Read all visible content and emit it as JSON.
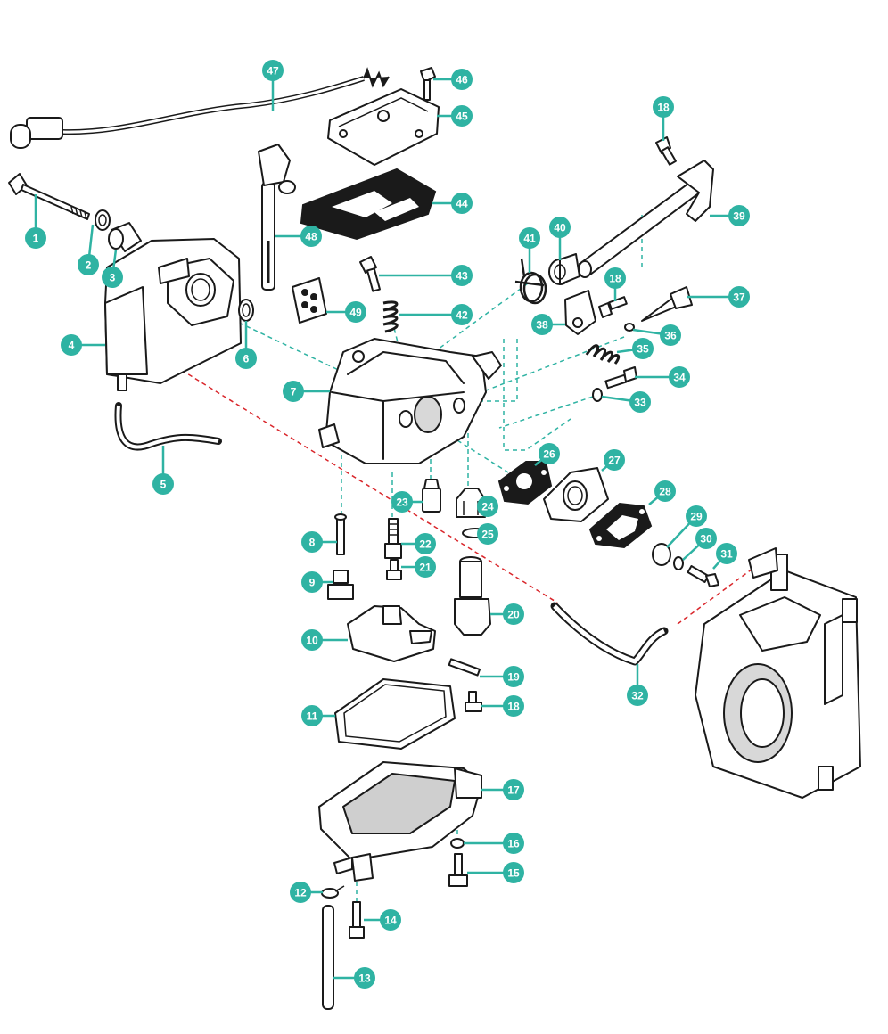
{
  "colors": {
    "accent": "#2fb3a3",
    "guide_dashed": "#2fb3a3",
    "fuel_line_dashed": "#d9262b",
    "line": "#1a1a1a",
    "part_fill": "#e9e9e9"
  },
  "callouts": [
    "1",
    "2",
    "3",
    "4",
    "5",
    "6",
    "7",
    "8",
    "9",
    "10",
    "11",
    "12",
    "13",
    "14",
    "15",
    "16",
    "17",
    "18",
    "19",
    "20",
    "21",
    "22",
    "23",
    "24",
    "25",
    "26",
    "27",
    "28",
    "29",
    "30",
    "31",
    "32",
    "33",
    "34",
    "35",
    "36",
    "37",
    "38",
    "39",
    "40",
    "41",
    "42",
    "43",
    "44",
    "45",
    "46",
    "47",
    "48",
    "49"
  ]
}
